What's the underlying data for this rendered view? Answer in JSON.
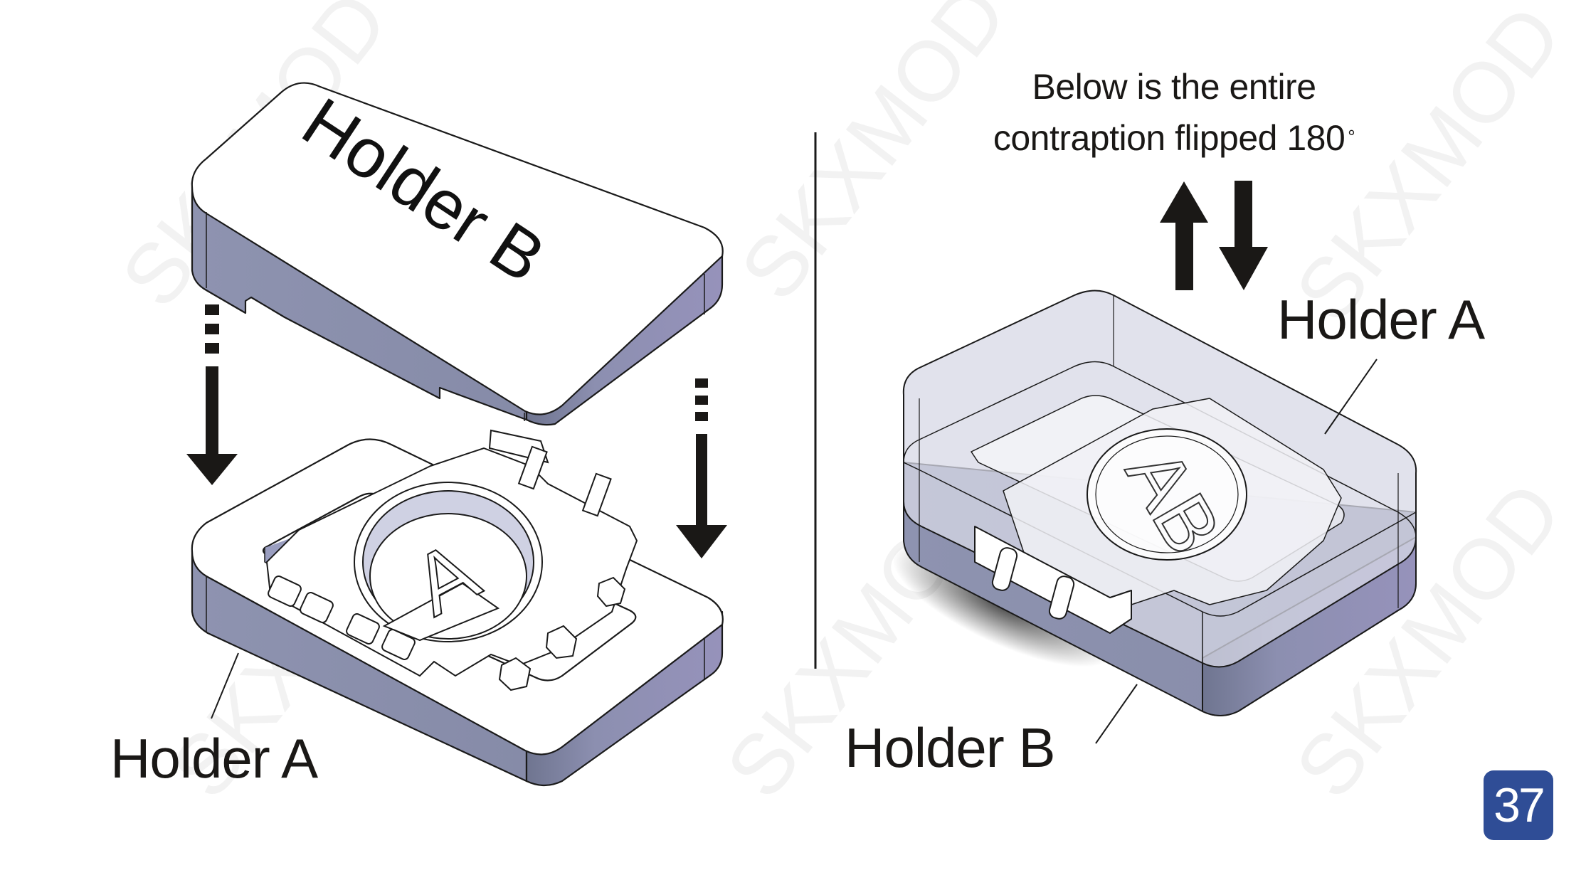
{
  "page": {
    "page_number": "37",
    "watermark": "SKXMOD",
    "colors": {
      "side_face": "#8a8fae",
      "side_face_light": "#9690b8",
      "top_face": "#ffffff",
      "outline": "#1a1a1a",
      "badge": "#2f4d96",
      "text": "#1a1816"
    }
  },
  "left_panel": {
    "top_block_label": "Holder B",
    "bottom_block_label": "Holder A",
    "insert_letter": "A",
    "arrows": [
      "arrow-down-dashed",
      "arrow-down-dashed"
    ]
  },
  "right_panel": {
    "caption_line1": "Below is the entire",
    "caption_line2": "contraption flipped 180",
    "caption_degree": "°",
    "top_label": "Holder A",
    "bottom_label": "Holder B",
    "insert_letters": "AB",
    "arrows": [
      "arrow-up",
      "arrow-down"
    ]
  }
}
